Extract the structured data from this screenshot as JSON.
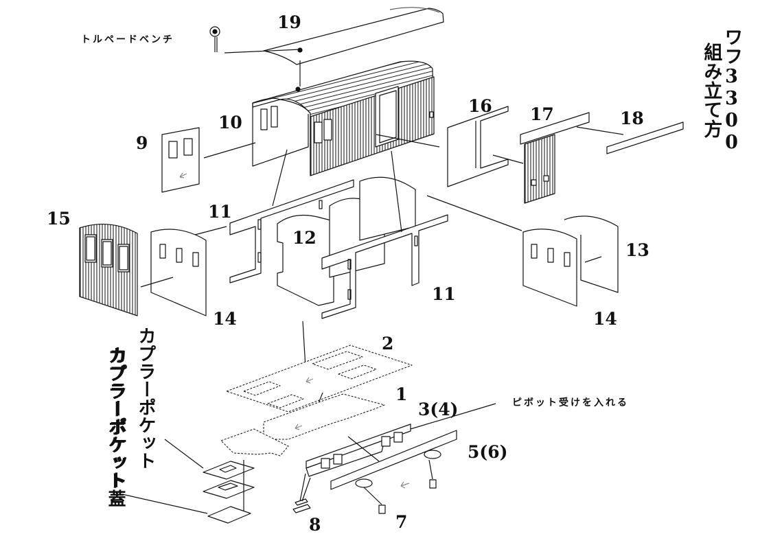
{
  "title": {
    "model": "ワフ3300",
    "subtitle": "組み立て方"
  },
  "annotations": {
    "torpedo_bench": "トルペードベンチ",
    "pivot_holder": "ピボット受けを入れる",
    "coupler_pocket": "カプラーポケット",
    "coupler_pocket_2": "カプラーポケット",
    "coupler_pocket_cover": "カプラーポケット蓋"
  },
  "part_numbers": {
    "p1": "1",
    "p2": "2",
    "p3": "3(4)",
    "p5": "5(6)",
    "p7": "7",
    "p8": "8",
    "p9": "9",
    "p10": "10",
    "p11a": "11",
    "p11b": "11",
    "p12": "12",
    "p13": "13",
    "p14a": "14",
    "p14b": "14",
    "p15": "15",
    "p16": "16",
    "p17": "17",
    "p18": "18",
    "p19": "19"
  },
  "colors": {
    "line": "#111111",
    "background": "#ffffff",
    "arrow": "#888888"
  }
}
